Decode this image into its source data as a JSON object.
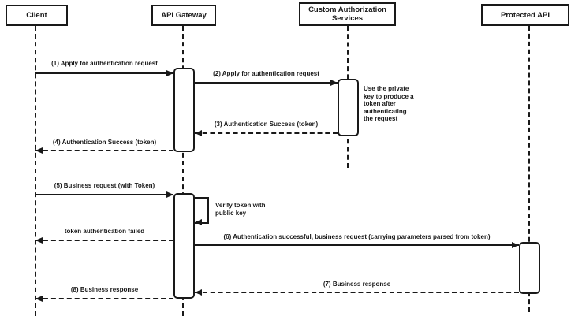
{
  "diagram": {
    "type": "sequence-diagram",
    "participants": [
      {
        "id": "client",
        "label": "Client"
      },
      {
        "id": "api-gateway",
        "label": "API Gateway"
      },
      {
        "id": "custom-auth",
        "label": "Custom Authorization Services"
      },
      {
        "id": "protected-api",
        "label": "Protected API"
      }
    ],
    "messages": [
      {
        "label": "(1) Apply for authentication request",
        "from": "Client",
        "to": "API Gateway",
        "line": "solid"
      },
      {
        "label": "(2) Apply for authentication request",
        "from": "API Gateway",
        "to": "Custom Authorization Services",
        "line": "solid"
      },
      {
        "label": "(3) Authentication Success (token)",
        "from": "Custom Authorization Services",
        "to": "API Gateway",
        "line": "dashed"
      },
      {
        "label": "(4) Authentication Success (token)",
        "from": "API Gateway",
        "to": "Client",
        "line": "dashed"
      },
      {
        "label": "(5) Business request (with Token)",
        "from": "Client",
        "to": "API Gateway",
        "line": "solid"
      },
      {
        "label": "token authentication failed",
        "from": "API Gateway",
        "to": "Client",
        "line": "dashed"
      },
      {
        "label": "(6) Authentication successful, business request (carrying parameters parsed from token)",
        "from": "API Gateway",
        "to": "Protected API",
        "line": "solid"
      },
      {
        "label": "(7) Business response",
        "from": "Protected API",
        "to": "API Gateway",
        "line": "dashed"
      },
      {
        "label": "(8) Business response",
        "from": "API Gateway",
        "to": "Client",
        "line": "dashed"
      }
    ],
    "self_message": {
      "label": "Verify token with public key",
      "on": "API Gateway",
      "line": "solid"
    },
    "note": {
      "label": "Use the private key to produce a token after authenticating the request",
      "on": "Custom Authorization Services"
    },
    "colors": {
      "line": "#191919",
      "background": "#ffffff",
      "participant_fill": "#ffffff"
    }
  }
}
